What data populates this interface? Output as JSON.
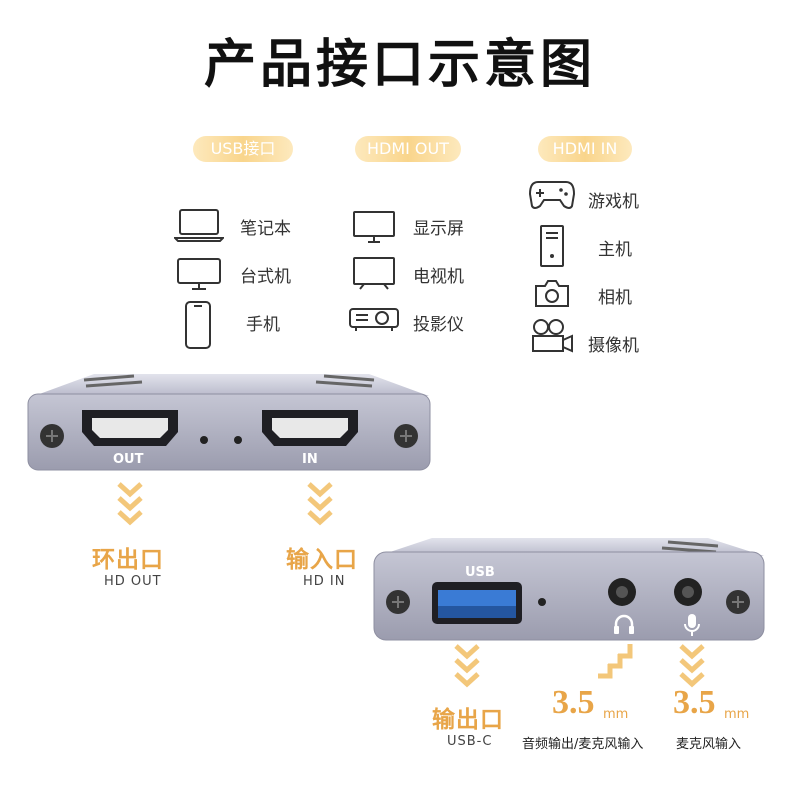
{
  "title": "产品接口示意图",
  "categories": [
    {
      "name": "USB接口",
      "items": [
        "笔记本",
        "台式机",
        "手机"
      ]
    },
    {
      "name": "HDMI OUT",
      "items": [
        "显示屏",
        "电视机",
        "投影仪"
      ]
    },
    {
      "name": "HDMI IN",
      "items": [
        "游戏机",
        "主机",
        "相机",
        "摄像机"
      ]
    }
  ],
  "front_panel": {
    "port_out": "OUT",
    "port_in": "IN"
  },
  "back_panel": {
    "port_usb": "USB"
  },
  "callouts": {
    "loop_out": {
      "cn": "环出口",
      "en": "HD OUT"
    },
    "input": {
      "cn": "输入口",
      "en": "HD IN"
    },
    "output": {
      "cn": "输出口",
      "en": "USB-C"
    },
    "audio": {
      "value": "3.5",
      "unit": "mm",
      "caption": "音频输出/麦克风输入"
    },
    "mic": {
      "value": "3.5",
      "unit": "mm",
      "caption": "麦克风输入"
    }
  },
  "colors": {
    "accent": "#e8a548",
    "pill": "#f9d58c",
    "device_body": "#a6a7b8"
  }
}
